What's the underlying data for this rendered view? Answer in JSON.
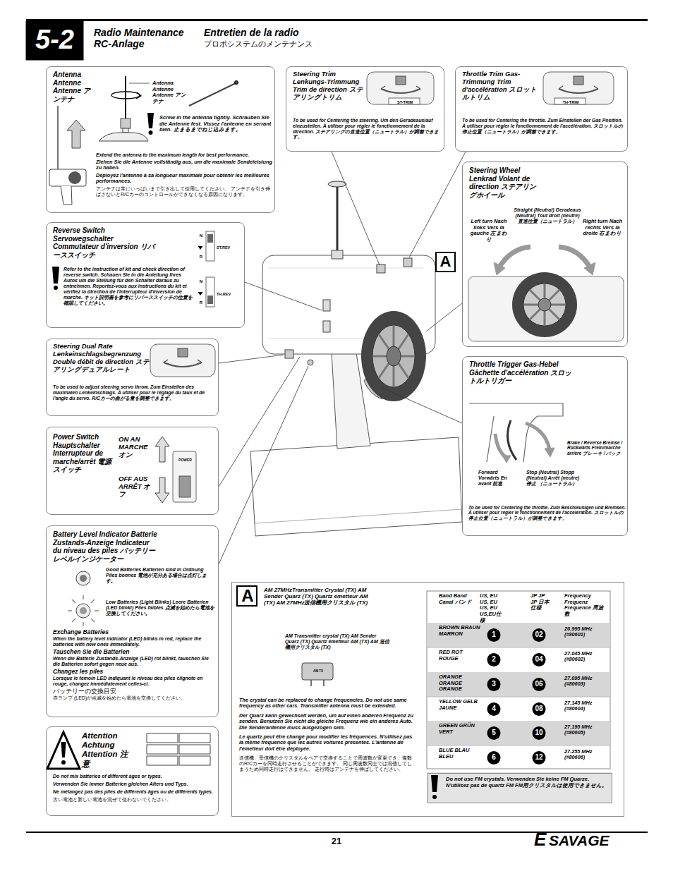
{
  "diagram": {
    "title": "Radio Maintenance RC-Anlage",
    "nodes": [
      {
        "text": [
          "Antenna Antenne Antenne アンテナ",
          "Antenna Antenne Antenne アンテナ",
          "Screw in the antenna tightly. Schrauben Sie die Antenne fest. Vissez l'antenne en serrant bien. 止まるまでねじ込みます。",
          "Extend the antenna to the maximum length for best performance.",
          "Ziehen Sie die Antenne vollständig aus, um die maximale Sendeleistung zu haben.",
          "Déployez l'antenne à sa longueur maximale pour obtenir les meilleures performances.",
          "アンテナは常にいっぱいまで引き出して使用してください。 アンテナを引き伸ばさないとR/Cカーのコントロールができなくなる原因になります。"
        ]
      },
      {
        "text": [
          "Steering Trim Lenkungs-Trimmung Trim de direction ステアリングトリム",
          "ST-TRIM",
          "To be used for Centering the steering. Um den Geradeauslauf einzustellen. À utiliser pour régler le fonctionnement de la direction. ステアリングの直進位置（ニュートラル）が調整できます。"
        ]
      },
      {
        "text": [
          "Throttle Trim Gas-Trimmung Trim d'accélération スロットルトリム",
          "TH-TRIM",
          "To be used for Centering the throttle. Zum Einstellen der Gas Position. À utiliser pour régler le fonctionnement de l'accélération. スロットルの停止位置（ニュートラル）が調整できます。"
        ]
      },
      {
        "text": [
          "Steering Wheel Lenkrad Volant de direction ステアリングホイール",
          "Straight (Neutral) Geradeaus (Neutral) Tout droit (neutre) 直進位置（ニュートラル）",
          "Left turn Nach links Vers la gauche 左まわり",
          "Right turn Nach rechts Vers la droite 右まわり"
        ]
      },
      {
        "text": [
          "Reverse Switch Servowegschalter Commutateur d'inversion リバーススイッチ",
          "Refer to the instruction of kit and check direction of reverse switch. Schauen Sie in die Anleitung Ihres Autos um die Stellung für den Schalter daraus zu entnehmen. Reportez-vous aux instructions du kit et vérifiez la direction de l'interrupteur d'inversion de marche. キット説明書を参考にリバーススイッチの位置を確認してください。",
          "N",
          "R",
          "ST.REV",
          "N",
          "R",
          "TH.REV"
        ]
      },
      {
        "text": [
          "Steering Dual Rate Lenkeinschlagsbegrenzung Double débit de direction ステアリングデュアルレート",
          "To be used to adjust steering servo throw. Zum Einstellen des maximalen Lenkeinschlags. À utiliser pour le réglage du taux et de l'angle du servo. R/Cカーの曲がる量を調整できます。"
        ]
      },
      {
        "text": [
          "Throttle Trigger Gas-Hebel Gâchette d'accélération スロットルトリガー",
          "Brake / Reverse Bremse / Rückwärts Frein/marche arrière ブレーキ / バック",
          "Forward Vorwärts En avant 前進",
          "Stop (Neutral) Stopp (Neutral) Arrêt (neutre) 停止 （ニュートラル）",
          "To be used for Centering the throttle. Zum Beschleunigen und Bremsen. À utiliser pour régler le fonctionnement de l'accélération. スロットルの停止位置（ニュートラル）が調整できます。"
        ]
      },
      {
        "text": [
          "Power Switch Hauptschalter Interrupteur de marche/arrêt 電源スイッチ",
          "ON AN MARCHE オン",
          "OFF AUS ARRÊT オフ",
          "POWER"
        ]
      },
      {
        "text": [
          "Battery Level Indicator Batterie Zustands-Anzeige Indicateur du niveau des piles バッテリーレベルインジケーター",
          "Good Batteries Batterien sind in Ordnung Piles bonnes 電池が充分ある場合は点灯します。",
          "Low Batteries (Light Blinks) Leere Batterien (LED blinkt) Piles faibles 点滅を始めたら電池を交換してください。",
          "Exchange Batteries",
          "When the battery level indicator (LED) blinks in red, replace the batteries with new ones immediately.",
          "Tauschen Sie die Batterien",
          "Wenn die Batterie Zustands-Anzeige (LED) rot blinkt, tauschen Sie die Batterien sofort gegen neue aus.",
          "Changez les piles",
          "Lorsque le témoin LED indiquant le niveau des piles clignote en rouge, changez immédiatement celles-ci.",
          "バッテリーの交換目安",
          "赤ランプ (LED)が点滅を始めたら電池を交換してください。"
        ]
      },
      {
        "text": [
          "Attention Achtung Attention 注 意",
          "Do not mix batteries of different ages or types.",
          "Verwenden Sie immer Batterien gleichen Alters und Typs.",
          "Ne mélangez pas des piles de différents âges ou de différents types.",
          "古い電池と新しい電池を混ぜて使わないでください。"
        ]
      },
      {
        "text": [
          "A",
          "AM 27MHzTransmitter Crystal (TX) AM Sender Quarz (TX) Quartz émetteur AM (TX) AM 27MHz送信機用クリスタル (TX)",
          "AM Transmitter crystal (TX) AM Sender Quarz (TX) Quartz émetteur AM (TX) AM 送信機用クリスタル (TX)",
          "AM TX",
          "The crystal can be replaced to change frequencies. Do not use same frequency as other cars. Transmitter antenna must be extended.",
          "Der Quarz kann gewechselt werden, um auf einen anderen Frequenz zu senden. Benutzen Sie nicht die gleiche Frequenz wie ein anderes Auto. Die Senderantenne muss ausgezogen sein.",
          "Le quartz peut être changé pour modifier les fréquences. N'utilisez pas la même fréquence que les autres voitures présentes. L'antenne de l'émetteur doit être déployée.",
          "送信機、受信機のクリスタルをペアで交換することで周波数が変更でき、複数のR/Cカーを同時走行させることができます。 同じ周波数同士では混信してしまうため同時走行はできません。 走行時はアンテナを伸ばしてください。"
        ]
      },
      {
        "text": [
          "Do not use FM crystals. Verwenden Sie keine FM Quarze. N'utilisez pas de quartz FM FM用クリスタルは使用できません。"
        ],
        "in": 10
      }
    ],
    "labels": [
      "5-2",
      "Entretien de la radio",
      "プロポシステムのメンテナンス",
      "A",
      "Band Band Canal バンド",
      "US, EU US, EU US, EU US,EU仕様",
      "JP JP JP 日本仕様",
      "Frequency Frequenz Fréquence 周波数",
      "BROWN BRAUN MARRON",
      "1",
      "02",
      "26.995 MHz (#80601)",
      "RED ROT ROUGE",
      "2",
      "04",
      "27.045 MHz (#80602)",
      "ORANGE ORANGE ORANGE",
      "3",
      "06",
      "27.095 MHz (#80603)",
      "YELLOW GELB JAUNE",
      "4",
      "08",
      "27.145 MHz (#80604)",
      "GREEN GRÜN VERT",
      "5",
      "10",
      "27.195 MHz (#80605)",
      "BLUE BLAU BLEU",
      "6",
      "12",
      "27.255 MHz (#80606)",
      "21",
      "E",
      "SAVAGE"
    ]
  }
}
